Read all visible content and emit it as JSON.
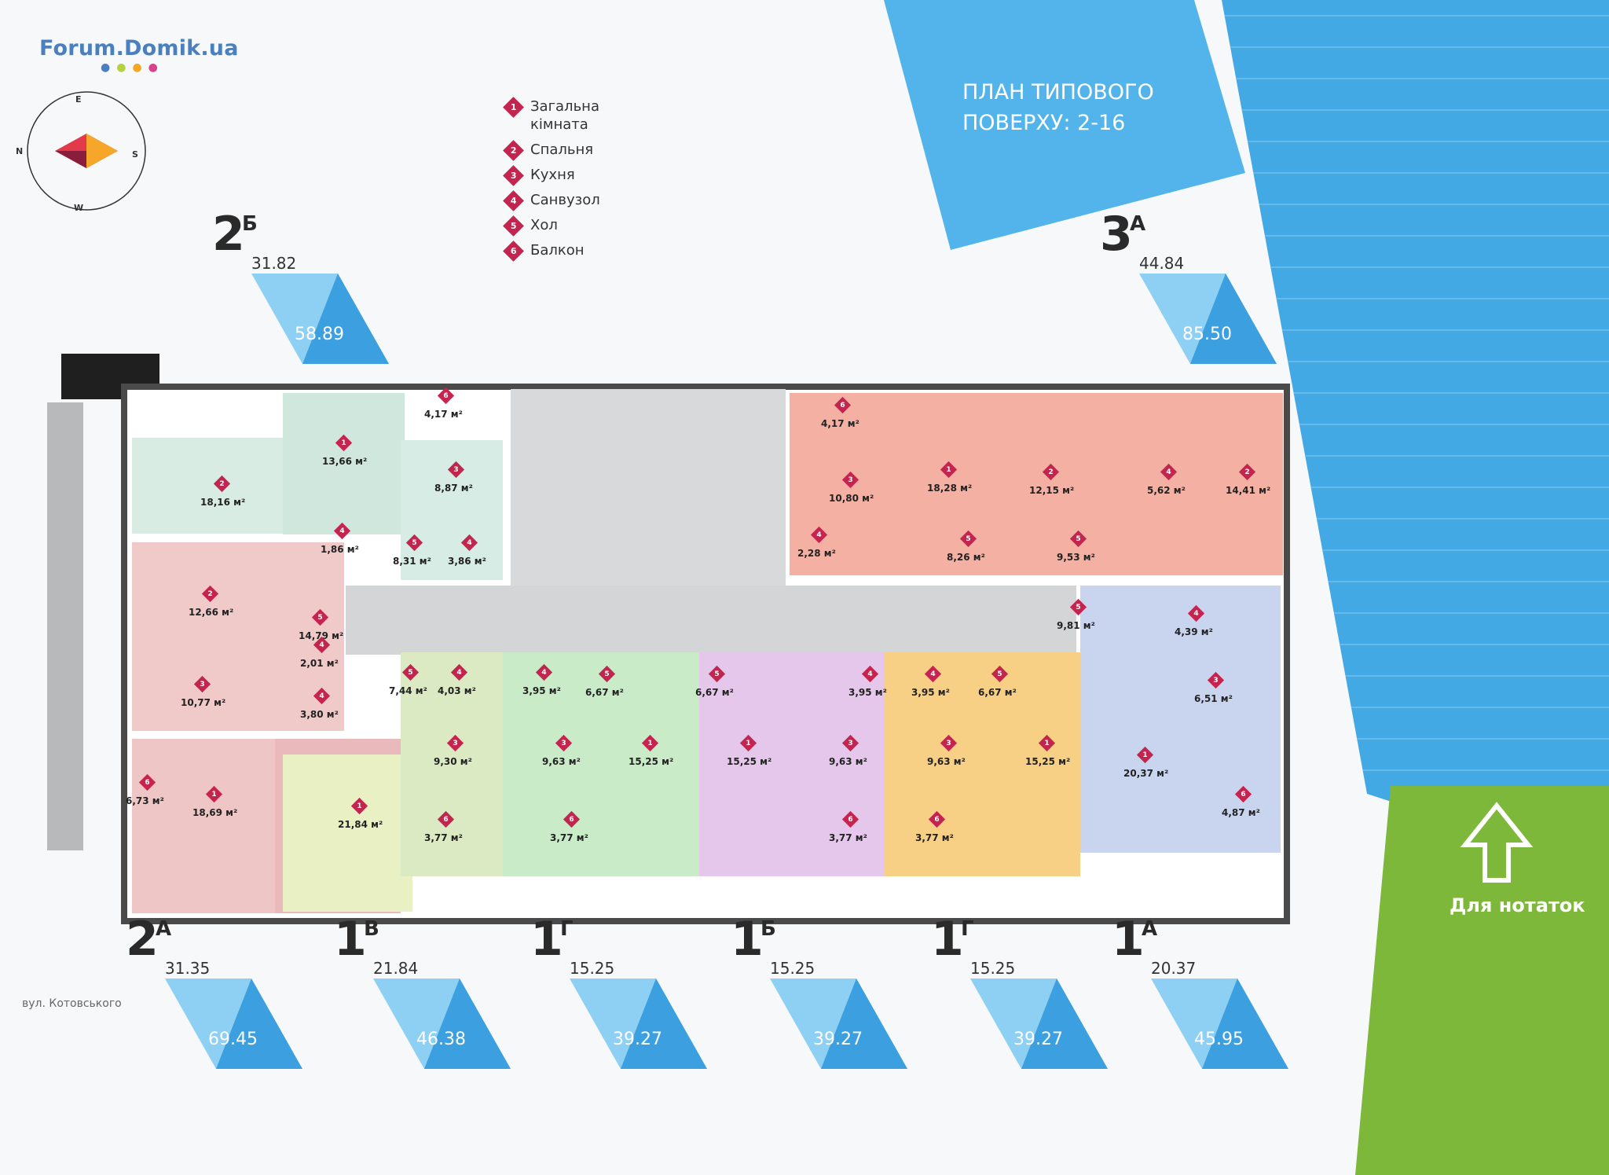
{
  "logo": {
    "text": "Forum.Domik.ua"
  },
  "title": {
    "line1": "ПЛАН ТИПОВОГО",
    "line2": "ПОВЕРХУ: 2-16"
  },
  "compass": {
    "n": "N",
    "e": "E",
    "s": "S",
    "w": "W"
  },
  "legend": [
    {
      "num": "1",
      "label": "Загальна кімната"
    },
    {
      "num": "2",
      "label": "Спальня"
    },
    {
      "num": "3",
      "label": "Кухня"
    },
    {
      "num": "4",
      "label": "Санвузол"
    },
    {
      "num": "5",
      "label": "Хол"
    },
    {
      "num": "6",
      "label": "Балкон"
    }
  ],
  "apartments": [
    {
      "code": "2",
      "sup": "Б",
      "living": "31.82",
      "total": "58.89"
    },
    {
      "code": "3",
      "sup": "А",
      "living": "44.84",
      "total": "85.50"
    },
    {
      "code": "2",
      "sup": "А",
      "living": "31.35",
      "total": "69.45"
    },
    {
      "code": "1",
      "sup": "В",
      "living": "21.84",
      "total": "46.38"
    },
    {
      "code": "1",
      "sup": "Г",
      "living": "15.25",
      "total": "39.27"
    },
    {
      "code": "1",
      "sup": "Б",
      "living": "15.25",
      "total": "39.27"
    },
    {
      "code": "1",
      "sup": "Г",
      "living": "15.25",
      "total": "39.27"
    },
    {
      "code": "1",
      "sup": "А",
      "living": "20.37",
      "total": "45.95"
    }
  ],
  "rooms": [
    {
      "n": "2",
      "a": "18,16 м²"
    },
    {
      "n": "1",
      "a": "13,66 м²"
    },
    {
      "n": "6",
      "a": "4,17 м²"
    },
    {
      "n": "3",
      "a": "8,87 м²"
    },
    {
      "n": "4",
      "a": "1,86 м²"
    },
    {
      "n": "5",
      "a": "8,31 м²"
    },
    {
      "n": "4",
      "a": "3,86 м²"
    },
    {
      "n": "2",
      "a": "12,66 м²"
    },
    {
      "n": "5",
      "a": "14,79 м²"
    },
    {
      "n": "3",
      "a": "10,77 м²"
    },
    {
      "n": "4",
      "a": "2,01 м²"
    },
    {
      "n": "4",
      "a": "3,80 м²"
    },
    {
      "n": "6",
      "a": "6,73 м²"
    },
    {
      "n": "1",
      "a": "18,69 м²"
    },
    {
      "n": "1",
      "a": "21,84 м²"
    },
    {
      "n": "5",
      "a": "7,44 м²"
    },
    {
      "n": "4",
      "a": "4,03 м²"
    },
    {
      "n": "3",
      "a": "9,30 м²"
    },
    {
      "n": "6",
      "a": "3,77 м²"
    },
    {
      "n": "4",
      "a": "3,95 м²"
    },
    {
      "n": "5",
      "a": "6,67 м²"
    },
    {
      "n": "3",
      "a": "9,63 м²"
    },
    {
      "n": "1",
      "a": "15,25 м²"
    },
    {
      "n": "6",
      "a": "3,77 м²"
    },
    {
      "n": "5",
      "a": "6,67 м²"
    },
    {
      "n": "1",
      "a": "15,25 м²"
    },
    {
      "n": "4",
      "a": "3,95 м²"
    },
    {
      "n": "3",
      "a": "9,63 м²"
    },
    {
      "n": "6",
      "a": "3,77 м²"
    },
    {
      "n": "4",
      "a": "3,95 м²"
    },
    {
      "n": "5",
      "a": "6,67 м²"
    },
    {
      "n": "3",
      "a": "9,63 м²"
    },
    {
      "n": "1",
      "a": "15,25 м²"
    },
    {
      "n": "6",
      "a": "3,77 м²"
    },
    {
      "n": "5",
      "a": "9,81 м²"
    },
    {
      "n": "4",
      "a": "4,39 м²"
    },
    {
      "n": "3",
      "a": "6,51 м²"
    },
    {
      "n": "1",
      "a": "20,37 м²"
    },
    {
      "n": "6",
      "a": "4,87 м²"
    },
    {
      "n": "6",
      "a": "4,17 м²"
    },
    {
      "n": "3",
      "a": "10,80 м²"
    },
    {
      "n": "1",
      "a": "18,28 м²"
    },
    {
      "n": "2",
      "a": "12,15 м²"
    },
    {
      "n": "4",
      "a": "5,62 м²"
    },
    {
      "n": "2",
      "a": "14,41 м²"
    },
    {
      "n": "4",
      "a": "2,28 м²"
    },
    {
      "n": "5",
      "a": "8,26 м²"
    },
    {
      "n": "5",
      "a": "9,53 м²"
    }
  ],
  "street": "вул. Котовського",
  "notes": "Для нотаток"
}
